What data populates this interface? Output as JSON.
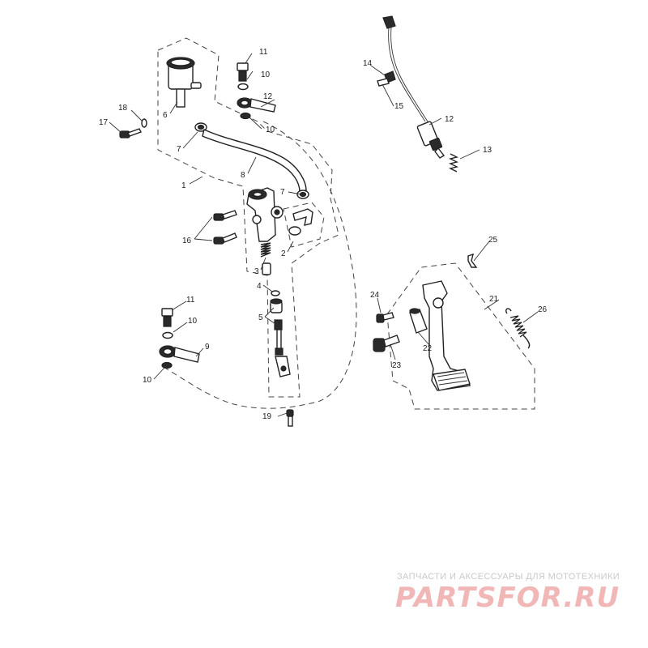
{
  "callouts": [
    "1",
    "2",
    "3",
    "4",
    "5",
    "6",
    "7",
    "8",
    "9",
    "10",
    "11",
    "12",
    "13",
    "14",
    "15",
    "16",
    "17",
    "18",
    "19",
    "21",
    "22",
    "23",
    "24",
    "25",
    "26"
  ],
  "watermark": {
    "caption": "ЗАПЧАСТИ И АКСЕССУАРЫ ДЛЯ МОТОТЕХНИКИ",
    "logo": "PARTSFOR.RU",
    "caption_color": "#c9c9c9",
    "logo_color": "#f1b7b7"
  },
  "colors": {
    "line": "#222222",
    "background": "#ffffff"
  }
}
